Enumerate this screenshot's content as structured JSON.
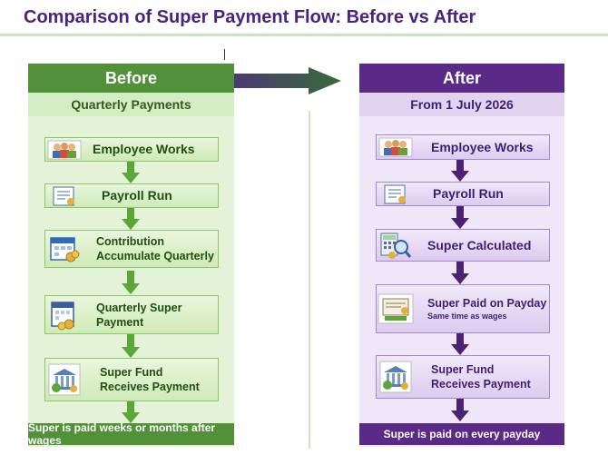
{
  "title": "Comparison of Super Payment Flow: Before vs After",
  "before": {
    "header": "Before",
    "subheader": "Quarterly Payments",
    "steps": [
      {
        "label": "Employee Works",
        "icon": "team-icon"
      },
      {
        "label": "Payroll Run",
        "icon": "payroll-document-icon"
      },
      {
        "label": "Contribution Accumulate Quarterly",
        "icon": "calendar-coins-icon"
      },
      {
        "label": "Quarterly Super Payment",
        "icon": "calendar-coins-icon"
      },
      {
        "label": "Super Fund Receives Payment",
        "icon": "bank-icon"
      }
    ],
    "footer": "Super is paid weeks or months after wages",
    "colors": {
      "header": "#52913a",
      "subheader": "#d5edc3",
      "panel": "#e4f3d8",
      "arrow": "#5aa639"
    }
  },
  "after": {
    "header": "After",
    "subheader": "From 1 July 2026",
    "steps": [
      {
        "label": "Employee Works",
        "icon": "team-icon"
      },
      {
        "label": "Payroll Run",
        "icon": "payroll-document-icon"
      },
      {
        "label": "Super Calculated",
        "icon": "calculator-magnifier-icon"
      },
      {
        "label": "Super Paid on Payday",
        "sublabel": "Same time as wages",
        "icon": "payday-receipt-icon"
      },
      {
        "label": "Super Fund Receives Payment",
        "icon": "bank-icon"
      }
    ],
    "footer": "Super is paid on every payday",
    "colors": {
      "header": "#5b2a87",
      "subheader": "#e2d3f1",
      "panel": "#efe6f8",
      "arrow": "#4b2173"
    }
  }
}
